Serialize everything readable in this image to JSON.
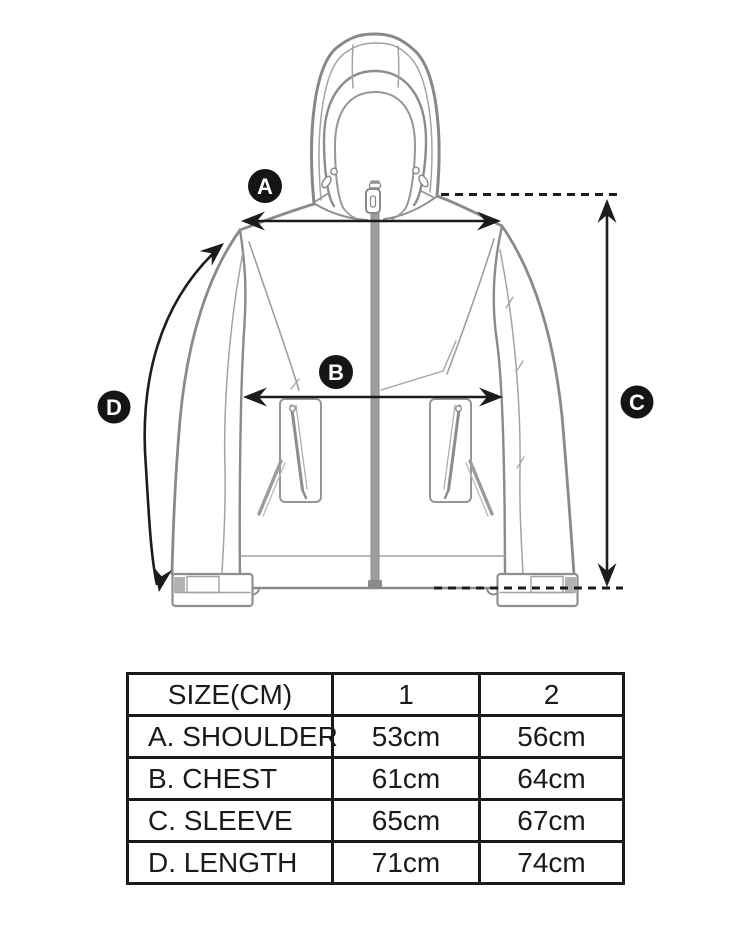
{
  "diagram": {
    "name": "hooded jacket measurement diagram",
    "labels": {
      "a": "A",
      "b": "B",
      "c": "C",
      "d": "D"
    },
    "colors": {
      "outline_gray": "#8a8a8a",
      "thin_gray": "#a3a3a3",
      "zipper_gray": "#9d9d9d",
      "measure_black": "#1c1c1c",
      "label_circle": "#151515"
    }
  },
  "size_table": {
    "header": {
      "col0": "SIZE(CM)",
      "col1": "1",
      "col2": "2"
    },
    "rows": [
      {
        "label": "A. SHOULDER",
        "size1": "53cm",
        "size2": "56cm"
      },
      {
        "label": "B. CHEST",
        "size1": "61cm",
        "size2": "64cm"
      },
      {
        "label": "C. SLEEVE",
        "size1": "65cm",
        "size2": "67cm"
      },
      {
        "label": "D. LENGTH",
        "size1": "71cm",
        "size2": "74cm"
      }
    ]
  }
}
